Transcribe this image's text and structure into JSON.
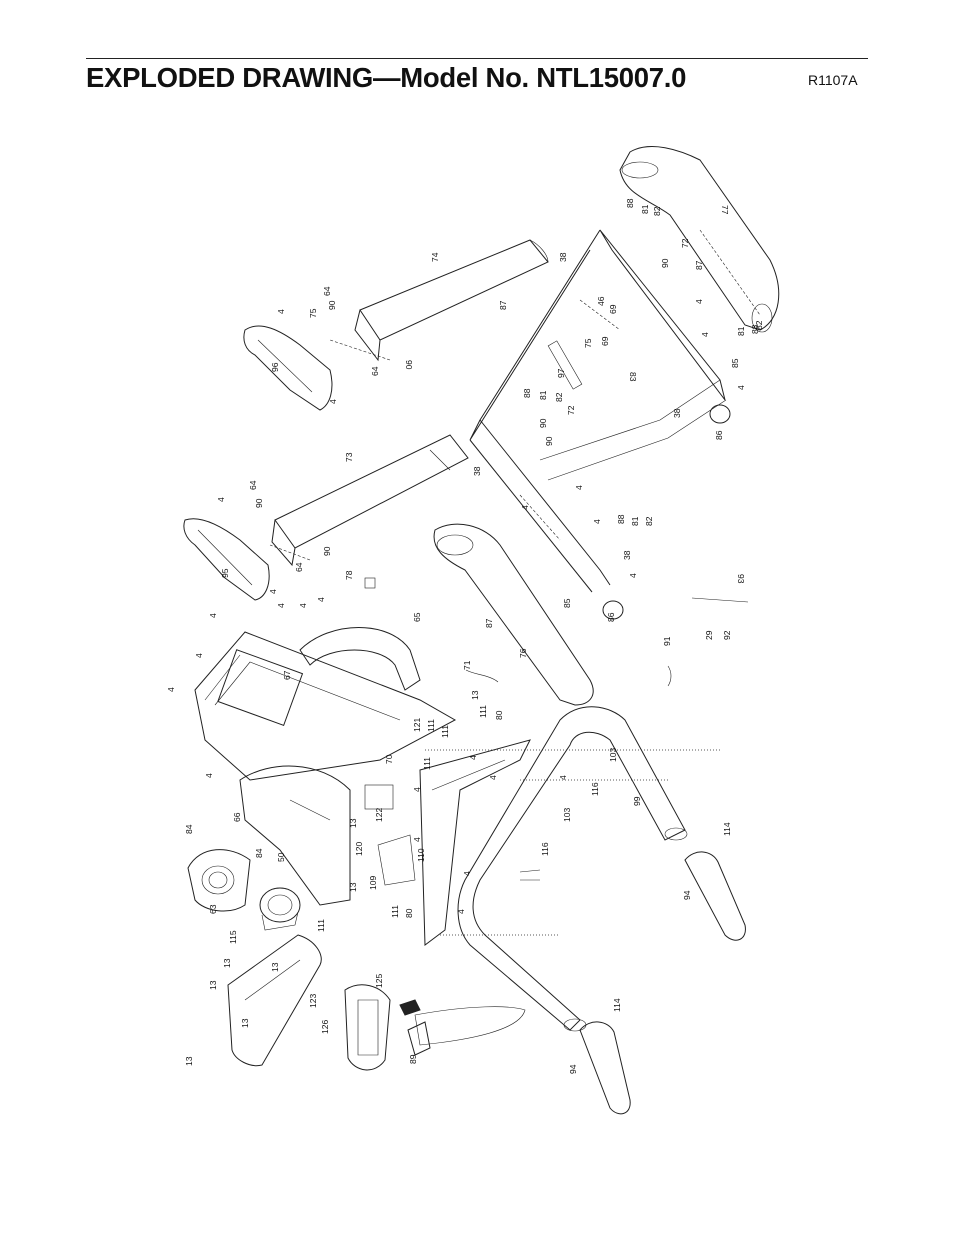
{
  "header": {
    "title": "EXPLODED DRAWING—Model No. NTL15007.0",
    "code": "R1107A"
  },
  "part_numbers": {
    "p77": "77",
    "p88a": "88",
    "p81a": "81",
    "p82a": "82",
    "p72a": "72",
    "p90a": "90",
    "p87a": "87",
    "p74": "74",
    "p38a": "38",
    "p4a": "4",
    "p46": "46",
    "p69a": "69",
    "p75a": "75",
    "p69b": "69",
    "p4b": "4",
    "p88b": "88",
    "p81b": "81",
    "p82b": "82",
    "p85a": "85",
    "p4c": "4",
    "p83": "83",
    "p38b": "38",
    "p86a": "86",
    "p64a": "64",
    "p90b": "90",
    "p4d": "4",
    "p75b": "75",
    "p87b": "87",
    "p97": "97",
    "p96": "96",
    "p64b": "64",
    "p90c": "90",
    "p4e": "4",
    "p88c": "88",
    "p81c": "81",
    "p82c": "82",
    "p72b": "72",
    "p90d": "90",
    "p90e": "90",
    "p73": "73",
    "p38c": "38",
    "p4f": "4",
    "p64c": "64",
    "p90f": "90",
    "p4g": "4",
    "p4h": "4",
    "p4i": "4",
    "p88d": "88",
    "p81d": "81",
    "p82d": "82",
    "p38d": "38",
    "p4j": "4",
    "p90g": "90",
    "p64d": "64",
    "p95": "95",
    "p4k": "4",
    "p78": "78",
    "p93": "93",
    "p85b": "85",
    "p86b": "86",
    "p87c": "87",
    "p76": "76",
    "p65": "65",
    "p4l": "4",
    "p4m": "4",
    "p4n": "4",
    "p4o": "4",
    "p4p": "4",
    "p4q": "4",
    "p4r": "4",
    "p91": "91",
    "p29": "29",
    "p92": "92",
    "p67": "67",
    "p71": "71",
    "p13a": "13",
    "p121": "121",
    "p111a": "111",
    "p111b": "111",
    "p80a": "80",
    "p111c": "111",
    "p4s": "4",
    "p4t": "4",
    "p70": "70",
    "p4u": "4",
    "p103a": "103",
    "p4v": "4",
    "p116a": "116",
    "p99": "99",
    "p66": "66",
    "p84a": "84",
    "p84b": "84",
    "p13b": "13",
    "p122": "122",
    "p103b": "103",
    "p116b": "116",
    "p4w": "4",
    "p120": "120",
    "p110": "110",
    "p4x": "4",
    "p50": "50",
    "p63": "63",
    "p13c": "13",
    "p109": "109",
    "p111d": "111",
    "p80b": "80",
    "p4y": "4",
    "p114a": "114",
    "p94a": "94",
    "p115": "115",
    "p111e": "111",
    "p13d": "13",
    "p13e": "13",
    "p13f": "13",
    "p13g": "13",
    "p123": "123",
    "p125": "125",
    "p126": "126",
    "p89": "89",
    "p114b": "114",
    "p94b": "94",
    "p13h": "13"
  }
}
